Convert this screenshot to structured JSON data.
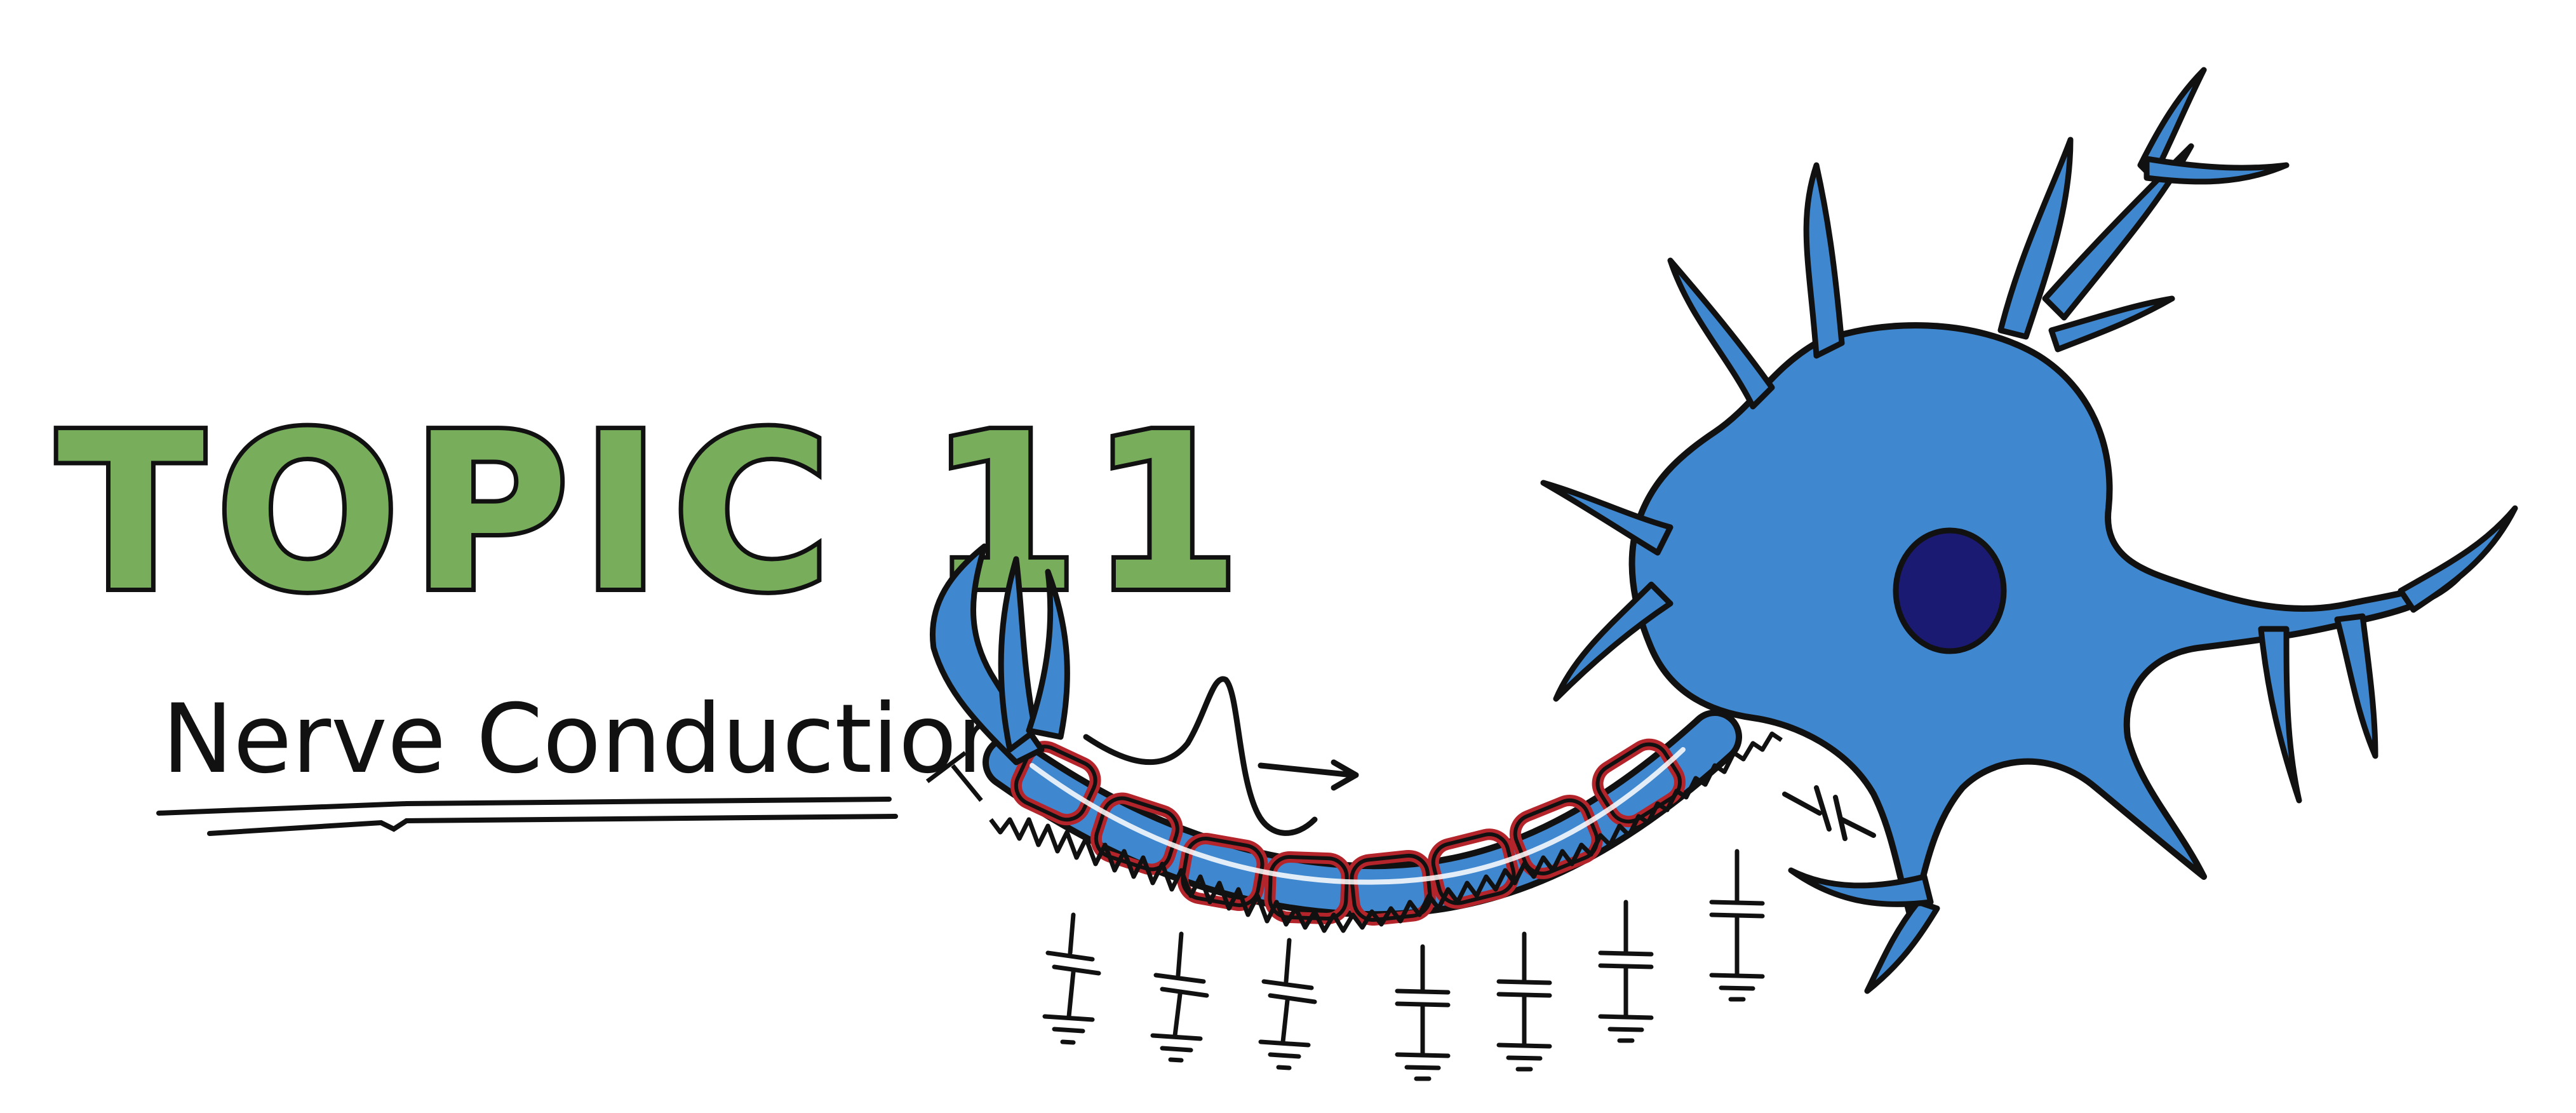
{
  "title": "TOPIC 11",
  "subtitle": "Nerve Conduction",
  "colors": {
    "title_fill": "#78ad5c",
    "title_outline": "#111111",
    "neuron_fill": "#3f87cf",
    "nucleus_fill": "#1b1a72",
    "myelin_red": "#b3242b",
    "ink": "#111111",
    "background": "#ffffff"
  },
  "icons": {
    "neuron": "neuron-illustration",
    "action_potential": "action-potential-waveform",
    "capacitor": "capacitor-symbol",
    "ground": "ground-symbol",
    "resistor": "resistor-zigzag"
  }
}
